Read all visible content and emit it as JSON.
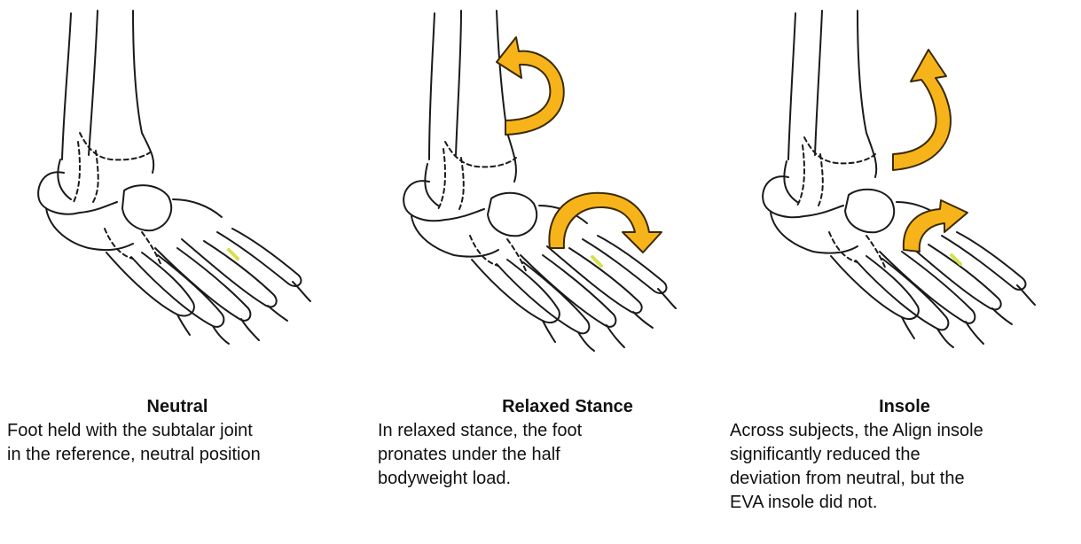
{
  "panels": [
    {
      "title": "Neutral",
      "body": "Foot held with the subtalar joint\nin the reference, neutral position"
    },
    {
      "title": "Relaxed Stance",
      "body": "In relaxed stance, the foot\npronates under the half\nbodyweight load."
    },
    {
      "title": "Insole",
      "body": "Across subjects, the Align insole\nsignificantly reduced the\ndeviation from neutral, but the\nEVA insole did not."
    }
  ],
  "colors": {
    "arrow_fill": "#f7b41a",
    "arrow_stroke": "#3a2a05",
    "bone_stroke": "#1a1a1a",
    "highlight": "#d8e04a"
  },
  "icons": [
    "foot-skeleton-illustration",
    "rotation-arrow-icon"
  ]
}
